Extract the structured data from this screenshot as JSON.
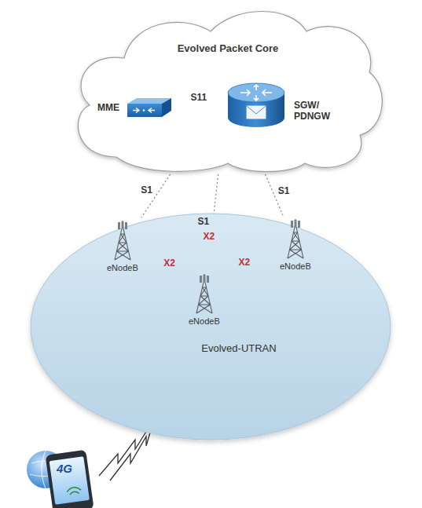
{
  "diagram": {
    "nodes": [
      {
        "text": [
          "Evolved Packet Core"
        ]
      },
      {
        "text": [
          "MME"
        ],
        "in": 0
      },
      {
        "text": [
          "SGW/ PDNGW"
        ],
        "in": 0
      },
      {
        "text": [
          "Evolved-UTRAN"
        ]
      },
      {
        "text": [
          "eNodeB"
        ],
        "in": 3
      },
      {
        "text": [
          "eNodeB"
        ],
        "in": 3
      },
      {
        "text": [
          "eNodeB"
        ],
        "in": 3
      }
    ],
    "edges": [
      {
        "from": 1,
        "to": 2,
        "arrow": "none",
        "label": "S11"
      },
      {
        "from": 0,
        "to": 4,
        "arrow": "none",
        "label": "S1"
      },
      {
        "from": 0,
        "to": 5,
        "arrow": "none",
        "label": "S1"
      },
      {
        "from": 0,
        "to": 6,
        "arrow": "none",
        "label": "S1"
      },
      {
        "from": 4,
        "to": 6,
        "arrow": "none",
        "label": "X2"
      },
      {
        "from": 4,
        "to": 5,
        "arrow": "none",
        "label": "X2"
      },
      {
        "from": 5,
        "to": 6,
        "arrow": "none",
        "label": "X2"
      }
    ],
    "labels": [
      "4G"
    ]
  }
}
